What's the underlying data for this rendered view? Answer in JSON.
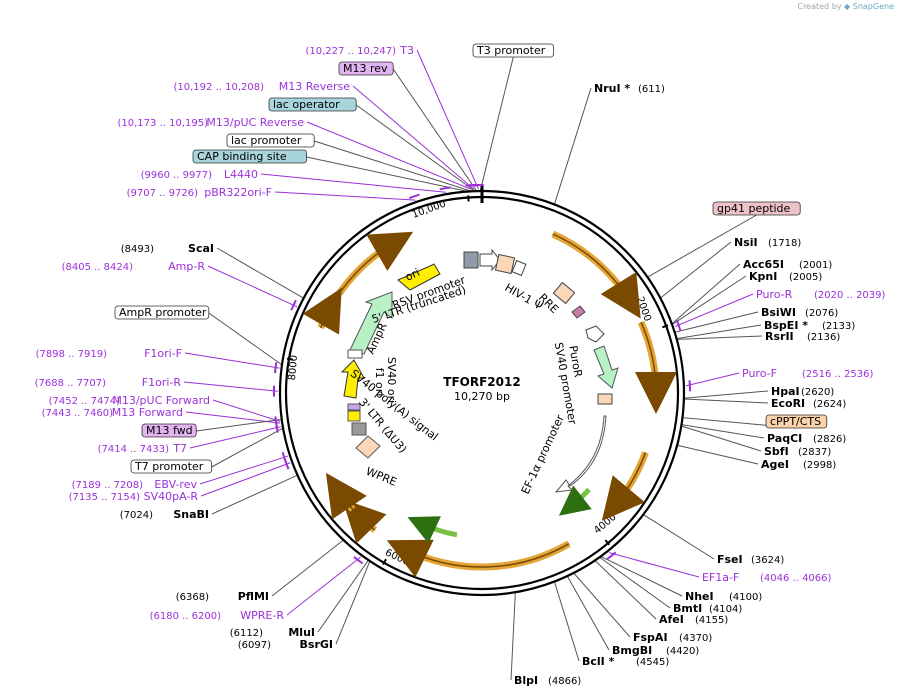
{
  "watermark": {
    "text": "Created by",
    "brand": "SnapGene"
  },
  "plasmid": {
    "name": "TFORF2012",
    "size": "10,270 bp"
  },
  "colors": {
    "site": "#000000",
    "primer": "#9b30d9",
    "leader": "#555555",
    "feature_orange": "#e3a536",
    "feature_green": "#79c142",
    "amp_green": "#b8f1c5",
    "ori_yellow": "#ffee00",
    "ltr_peach": "#fbd7b8",
    "box_teal": "#a8d4dc",
    "box_lilac": "#e1b3f0",
    "box_pink": "#ecc2c7",
    "box_orange": "#fbd2a9"
  },
  "ring_ticks": [
    "10,000",
    "2000",
    "4000",
    "6000",
    "8000"
  ],
  "sites": [
    {
      "name": "NruI *",
      "pos": "(611)"
    },
    {
      "name": "NsiI",
      "pos": "(1718)"
    },
    {
      "name": "Acc65I",
      "pos": "(2001)"
    },
    {
      "name": "KpnI",
      "pos": "(2005)"
    },
    {
      "name": "BsiWI",
      "pos": "(2076)"
    },
    {
      "name": "BspEI *",
      "pos": "(2133)"
    },
    {
      "name": "RsrII",
      "pos": "(2136)"
    },
    {
      "name": "HpaI",
      "pos": "(2620)"
    },
    {
      "name": "EcoRI",
      "pos": "(2624)"
    },
    {
      "name": "PaqCI",
      "pos": "(2826)"
    },
    {
      "name": "SbfI",
      "pos": "(2837)"
    },
    {
      "name": "AgeI",
      "pos": "(2998)"
    },
    {
      "name": "FseI",
      "pos": "(3624)"
    },
    {
      "name": "NheI",
      "pos": "(4100)"
    },
    {
      "name": "BmtI",
      "pos": "(4104)"
    },
    {
      "name": "AfeI",
      "pos": "(4155)"
    },
    {
      "name": "FspAI",
      "pos": "(4370)"
    },
    {
      "name": "BmgBI",
      "pos": "(4420)"
    },
    {
      "name": "BclI *",
      "pos": "(4545)"
    },
    {
      "name": "BlpI",
      "pos": "(4866)"
    },
    {
      "name": "ScaI",
      "pos": "(8493)"
    },
    {
      "name": "SnaBI",
      "pos": "(7024)"
    },
    {
      "name": "PflMI",
      "pos": "(6368)"
    },
    {
      "name": "MluI",
      "pos": "(6112)"
    },
    {
      "name": "BsrGI",
      "pos": "(6097)"
    }
  ],
  "primers": [
    {
      "name": "T3",
      "pos": "(10,227 .. 10,247)"
    },
    {
      "name": "M13 Reverse",
      "pos": "(10,192 .. 10,208)"
    },
    {
      "name": "M13/pUC Reverse",
      "pos": "(10,173 .. 10,195)"
    },
    {
      "name": "L4440",
      "pos": "(9960 .. 9977)"
    },
    {
      "name": "pBR322ori-F",
      "pos": "(9707 .. 9726)"
    },
    {
      "name": "Amp-R",
      "pos": "(8405 .. 8424)"
    },
    {
      "name": "F1ori-F",
      "pos": "(7898 .. 7919)"
    },
    {
      "name": "F1ori-R",
      "pos": "(7688 .. 7707)"
    },
    {
      "name": "M13/pUC Forward",
      "pos": "(7452 .. 7474)"
    },
    {
      "name": "M13 Forward",
      "pos": "(7443 .. 7460)"
    },
    {
      "name": "T7",
      "pos": "(7414 .. 7433)"
    },
    {
      "name": "EBV-rev",
      "pos": "(7189 .. 7208)"
    },
    {
      "name": "SV40pA-R",
      "pos": "(7135 .. 7154)"
    },
    {
      "name": "WPRE-R",
      "pos": "(6180 .. 6200)"
    },
    {
      "name": "Puro-R",
      "pos": "(2020 .. 2039)"
    },
    {
      "name": "Puro-F",
      "pos": "(2516 .. 2536)"
    },
    {
      "name": "EF1a-F",
      "pos": "(4046 .. 4066)"
    }
  ],
  "boxed_features": [
    {
      "label": "T3 promoter",
      "style": "white"
    },
    {
      "label": "M13 rev",
      "style": "lilac"
    },
    {
      "label": "lac operator",
      "style": "teal"
    },
    {
      "label": "lac promoter",
      "style": "white"
    },
    {
      "label": "CAP binding site",
      "style": "teal"
    },
    {
      "label": "gp41 peptide",
      "style": "pink"
    },
    {
      "label": "AmpR promoter",
      "style": "white"
    },
    {
      "label": "M13 fwd",
      "style": "lilac"
    },
    {
      "label": "T7 promoter",
      "style": "white"
    },
    {
      "label": "cPPT/CTS",
      "style": "orange"
    }
  ],
  "inner_labels": {
    "ori": "ori",
    "rsv_promoter": "RSV promoter",
    "ltr5": "5' LTR (truncated)",
    "hiv": "HIV-1 Ψ",
    "rre": "RRE",
    "ampr": "AmpR",
    "f1ori": "f1 ori",
    "sv40ori": "SV40 ori",
    "sv40polya": "SV40 poly(A) signal",
    "ltr3": "3' LTR (ΔU3)",
    "wpre": "WPRE",
    "puror": "PuroR",
    "sv40promoter": "SV40 promoter",
    "ef1a": "EF-1α promoter"
  }
}
